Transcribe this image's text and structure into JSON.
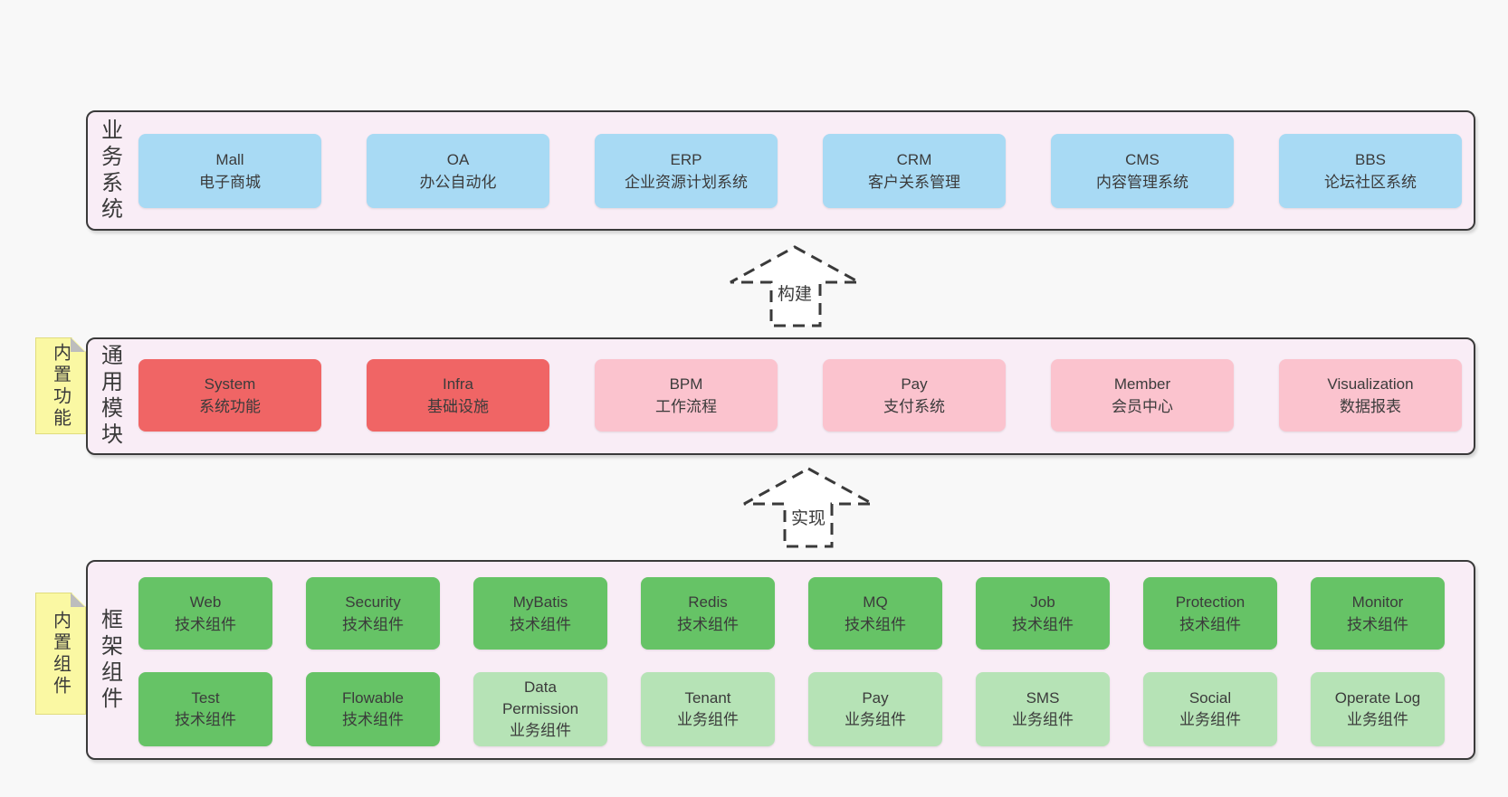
{
  "sections": {
    "business": {
      "label": "业务系统",
      "boxes": [
        {
          "en": "Mall",
          "zh": "电子商城"
        },
        {
          "en": "OA",
          "zh": "办公自动化"
        },
        {
          "en": "ERP",
          "zh": "企业资源计划系统"
        },
        {
          "en": "CRM",
          "zh": "客户关系管理"
        },
        {
          "en": "CMS",
          "zh": "内容管理系统"
        },
        {
          "en": "BBS",
          "zh": "论坛社区系统"
        }
      ]
    },
    "modules": {
      "label": "通用模块",
      "note": "内置功能",
      "boxes": [
        {
          "en": "System",
          "zh": "系统功能",
          "variant": "red"
        },
        {
          "en": "Infra",
          "zh": "基础设施",
          "variant": "red"
        },
        {
          "en": "BPM",
          "zh": "工作流程",
          "variant": "pink"
        },
        {
          "en": "Pay",
          "zh": "支付系统",
          "variant": "pink"
        },
        {
          "en": "Member",
          "zh": "会员中心",
          "variant": "pink"
        },
        {
          "en": "Visualization",
          "zh": "数据报表",
          "variant": "pink"
        }
      ]
    },
    "components": {
      "label": "框架组件",
      "note": "内置组件",
      "rows": [
        [
          {
            "en": "Web",
            "zh": "技术组件",
            "variant": "green"
          },
          {
            "en": "Security",
            "zh": "技术组件",
            "variant": "green"
          },
          {
            "en": "MyBatis",
            "zh": "技术组件",
            "variant": "green"
          },
          {
            "en": "Redis",
            "zh": "技术组件",
            "variant": "green"
          },
          {
            "en": "MQ",
            "zh": "技术组件",
            "variant": "green"
          },
          {
            "en": "Job",
            "zh": "技术组件",
            "variant": "green"
          },
          {
            "en": "Protection",
            "zh": "技术组件",
            "variant": "green"
          },
          {
            "en": "Monitor",
            "zh": "技术组件",
            "variant": "green"
          }
        ],
        [
          {
            "en": "Test",
            "zh": "技术组件",
            "variant": "green"
          },
          {
            "en": "Flowable",
            "zh": "技术组件",
            "variant": "green"
          },
          {
            "en": "Data Permission",
            "zh": "业务组件",
            "variant": "lightgreen"
          },
          {
            "en": "Tenant",
            "zh": "业务组件",
            "variant": "lightgreen"
          },
          {
            "en": "Pay",
            "zh": "业务组件",
            "variant": "lightgreen"
          },
          {
            "en": "SMS",
            "zh": "业务组件",
            "variant": "lightgreen"
          },
          {
            "en": "Social",
            "zh": "业务组件",
            "variant": "lightgreen"
          },
          {
            "en": "Operate Log",
            "zh": "业务组件",
            "variant": "lightgreen"
          }
        ]
      ]
    }
  },
  "arrows": [
    {
      "label": "构建"
    },
    {
      "label": "实现"
    }
  ],
  "colors": {
    "background": "#f8f8f8",
    "panel_fill": "#f9edf6",
    "panel_border": "#3a3a3a",
    "blue": "#a8daf4",
    "red": "#f06565",
    "pink": "#fbc3ce",
    "green": "#66c366",
    "light_green": "#b6e3b6",
    "note_yellow": "#faf8a3",
    "fold_gray": "#bdbdbd",
    "text": "#3b3b3b"
  }
}
